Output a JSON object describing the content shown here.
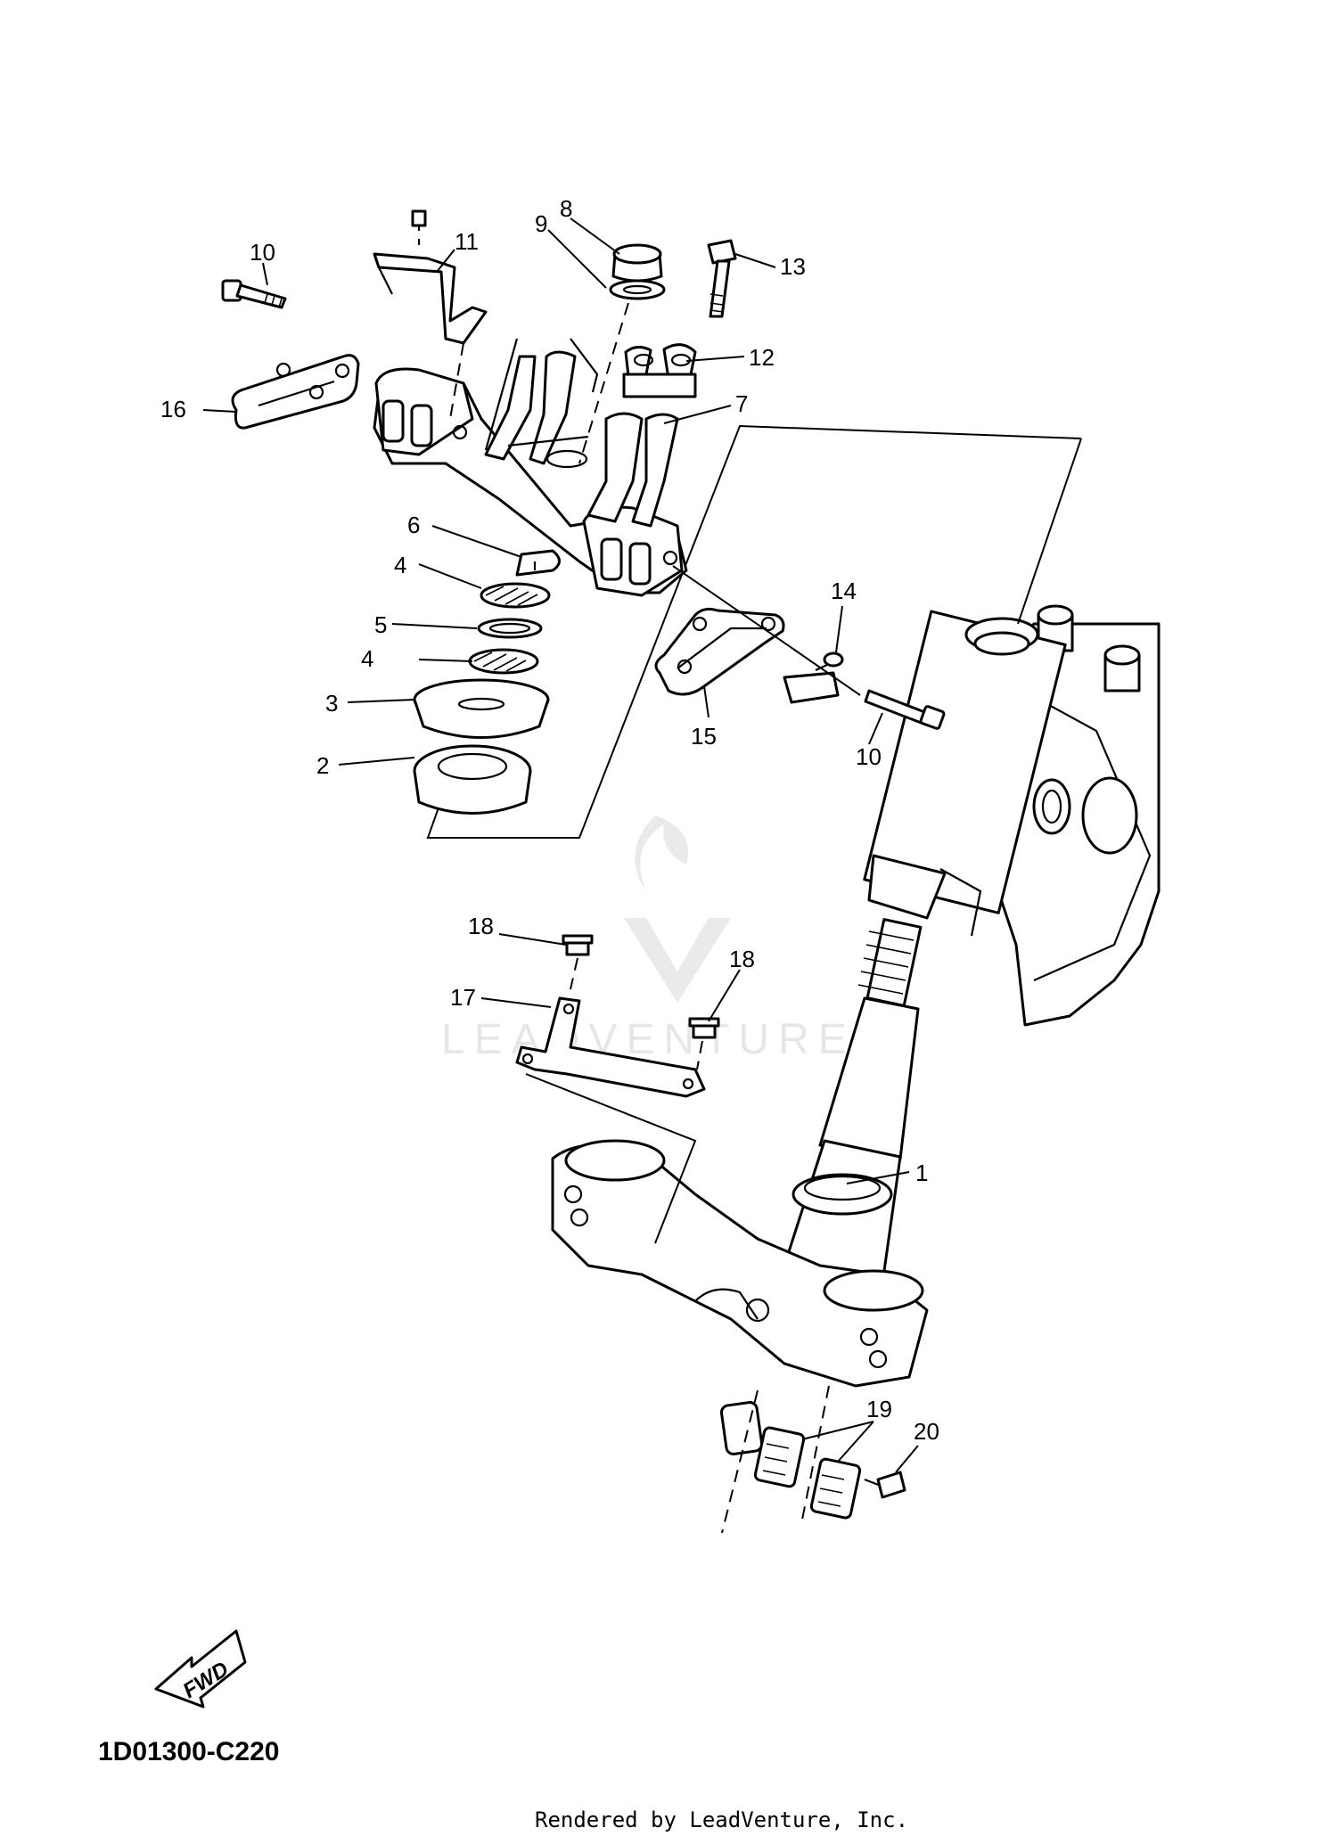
{
  "diagram_code": "1D01300-C220",
  "credit": "Rendered by LeadVenture, Inc.",
  "watermark": "LEADVENTURE",
  "fwd_label": "FWD",
  "callouts": [
    {
      "id": "c1",
      "label": "1"
    },
    {
      "id": "c2",
      "label": "2"
    },
    {
      "id": "c3",
      "label": "3"
    },
    {
      "id": "c4a",
      "label": "4"
    },
    {
      "id": "c4b",
      "label": "4"
    },
    {
      "id": "c5",
      "label": "5"
    },
    {
      "id": "c6",
      "label": "6"
    },
    {
      "id": "c7",
      "label": "7"
    },
    {
      "id": "c8",
      "label": "8"
    },
    {
      "id": "c9",
      "label": "9"
    },
    {
      "id": "c10a",
      "label": "10"
    },
    {
      "id": "c10b",
      "label": "10"
    },
    {
      "id": "c11",
      "label": "11"
    },
    {
      "id": "c12",
      "label": "12"
    },
    {
      "id": "c13",
      "label": "13"
    },
    {
      "id": "c14",
      "label": "14"
    },
    {
      "id": "c15",
      "label": "15"
    },
    {
      "id": "c16",
      "label": "16"
    },
    {
      "id": "c17",
      "label": "17"
    },
    {
      "id": "c18a",
      "label": "18"
    },
    {
      "id": "c18b",
      "label": "18"
    },
    {
      "id": "c19",
      "label": "19"
    },
    {
      "id": "c20",
      "label": "20"
    }
  ]
}
